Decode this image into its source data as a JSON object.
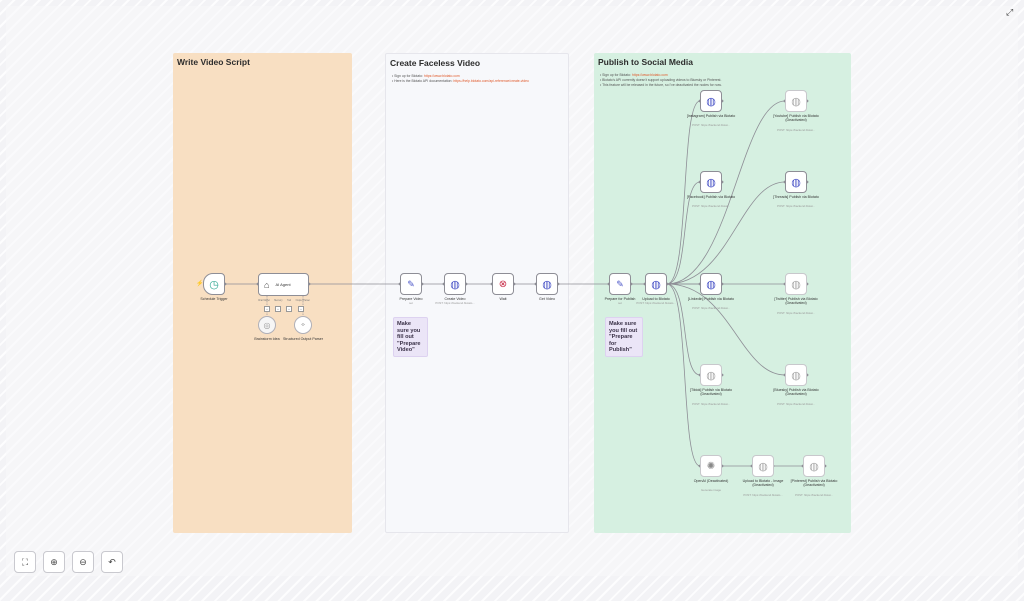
{
  "groups": [
    {
      "title": "Write Video Script",
      "color": "#f8dfc2"
    },
    {
      "title": "Create Faceless Video",
      "color": "#f7f8fb",
      "notes": [
        {
          "text": "Sign up for Blotato: ",
          "link": "https://www.blotato.com"
        },
        {
          "text": "Here is the Blotato API documentation: ",
          "link": "https://help.blotato.com/api-reference/create-video"
        }
      ]
    },
    {
      "title": "Publish to Social Media",
      "color": "#d6f0e1",
      "notes": [
        {
          "text": "Sign up for Blotato: ",
          "link": "https://www.blotato.com"
        },
        {
          "text": "Blotato's API currently doesn't support uploading videos to Bluesky or Pinterest.",
          "link": ""
        },
        {
          "text": "This feature will be released in the future, so I've deactivated the nodes for now.",
          "link": ""
        }
      ]
    }
  ],
  "nodes": {
    "schedule_trigger": {
      "label": "Schedule Trigger"
    },
    "ai_agent": {
      "label": "AI Agent"
    },
    "brainstorm_idea": {
      "label": "Brainstorm Idea"
    },
    "structured_output_parser": {
      "label": "Structured Output Parser"
    },
    "prepare_video": {
      "label": "Prepare Video",
      "sub": "set"
    },
    "create_video": {
      "label": "Create Video",
      "sub": "POST: https://backend.blotato..."
    },
    "wait": {
      "label": "Wait"
    },
    "get_video": {
      "label": "Get Video"
    },
    "prepare_for_publish": {
      "label": "Prepare for Publish",
      "sub": "set"
    },
    "upload_to_blotato": {
      "label": "Upload to Blotato",
      "sub": "POST: https://backend.blotato..."
    },
    "instagram": {
      "label": "[Instagram] Publish via Blotato",
      "sub": "POST: https://backend.blotat..."
    },
    "facebook": {
      "label": "[Facebook] Publish via Blotato",
      "sub": "POST: https://backend.blotat..."
    },
    "linkedin": {
      "label": "[Linkedin] Publish via Blotato",
      "sub": "POST: https://backend.blotat..."
    },
    "tiktok": {
      "label": "[Tiktok] Publish via Blotato (Deactivated)",
      "sub": "POST: https://backend.blotat..."
    },
    "openai": {
      "label": "OpenAI (Deactivated)",
      "sub": "Generate image"
    },
    "upload_image": {
      "label": "Upload to Blotato - Image (Deactivated)",
      "sub": "POST: https://backend.blotato..."
    },
    "pinterest": {
      "label": "[Pinterest] Publish via Blotato (Deactivated)",
      "sub": "POST: https://backend.blotat..."
    },
    "youtube": {
      "label": "[Youtube] Publish via Blotato (Deactivated)",
      "sub": "POST: https://backend.blotat..."
    },
    "threads": {
      "label": "[Threads] Publish via Blotato",
      "sub": "POST: https://backend.blotat..."
    },
    "twitter": {
      "label": "[Twitter] Publish via Blotato (Deactivated)",
      "sub": "POST: https://backend.blotat..."
    },
    "bluesky": {
      "label": "[Bluesky] Publish via Blotato (Deactivated)",
      "sub": "POST: https://backend.blotat..."
    }
  },
  "sub_ports": {
    "chat_model": "Chat Model",
    "memory": "Memory",
    "tool": "Tool",
    "output_parser": "Output Parser"
  },
  "mini_notes": {
    "prepare_video": "Make sure you fill out \"Prepare Video\"",
    "prepare_publish": "Make sure you fill out \"Prepare for Publish\""
  },
  "controls": {
    "fit_view": "⛶",
    "zoom_in": "⊕",
    "zoom_out": "⊖",
    "undo": "↶"
  },
  "icons": {
    "expand": "⤢",
    "pencil": "✎",
    "clock": "◷",
    "robot": "⌂",
    "globe": "◍",
    "pause": "⊗",
    "openai": "✺",
    "brain": "◎",
    "code": "‹›"
  },
  "colors": {
    "accent": "#ff6d5a",
    "globe": "#4a54c7",
    "wait": "#c8304b",
    "schedule": "#2ba58f",
    "connector": "#8e8e96"
  }
}
